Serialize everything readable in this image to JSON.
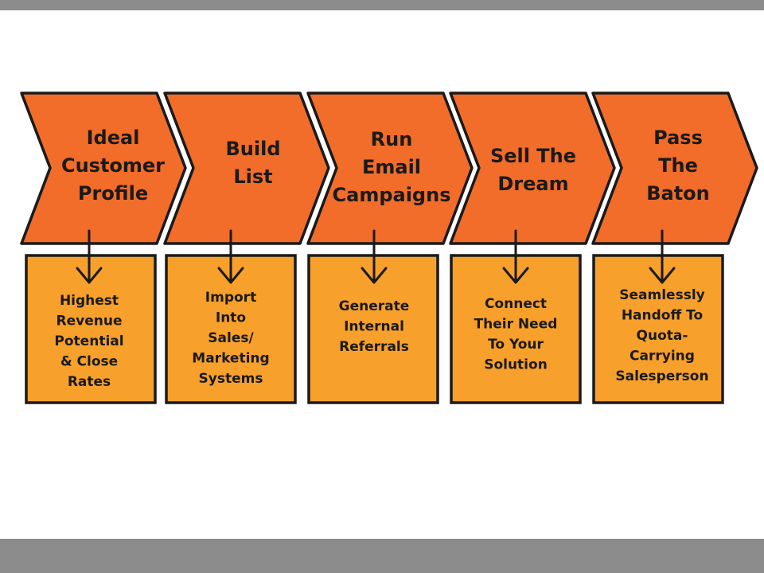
{
  "colors": {
    "chevron_fill": "#f26c2a",
    "box_fill": "#f7a02b",
    "outline": "#1a1a1a",
    "frame_gray": "#8c8c8c"
  },
  "steps": [
    {
      "id": "ideal-customer-profile",
      "title_lines": [
        "Ideal",
        "Customer",
        "Profile"
      ],
      "detail_lines": [
        "Highest",
        "Revenue",
        "Potential",
        "& Close",
        "Rates"
      ]
    },
    {
      "id": "build-list",
      "title_lines": [
        "Build",
        "List"
      ],
      "detail_lines": [
        "Import",
        "Into",
        "Sales/",
        "Marketing",
        "Systems"
      ]
    },
    {
      "id": "run-email-campaigns",
      "title_lines": [
        "Run",
        "Email",
        "Campaigns"
      ],
      "detail_lines": [
        "Generate",
        "Internal",
        "Referrals"
      ]
    },
    {
      "id": "sell-the-dream",
      "title_lines": [
        "Sell The",
        "Dream"
      ],
      "detail_lines": [
        "Connect",
        "Their Need",
        "To Your",
        "Solution"
      ]
    },
    {
      "id": "pass-the-baton",
      "title_lines": [
        "Pass",
        "The",
        "Baton"
      ],
      "detail_lines": [
        "Seamlessly",
        "Handoff To",
        "Quota-",
        "Carrying",
        "Salesperson"
      ]
    }
  ]
}
